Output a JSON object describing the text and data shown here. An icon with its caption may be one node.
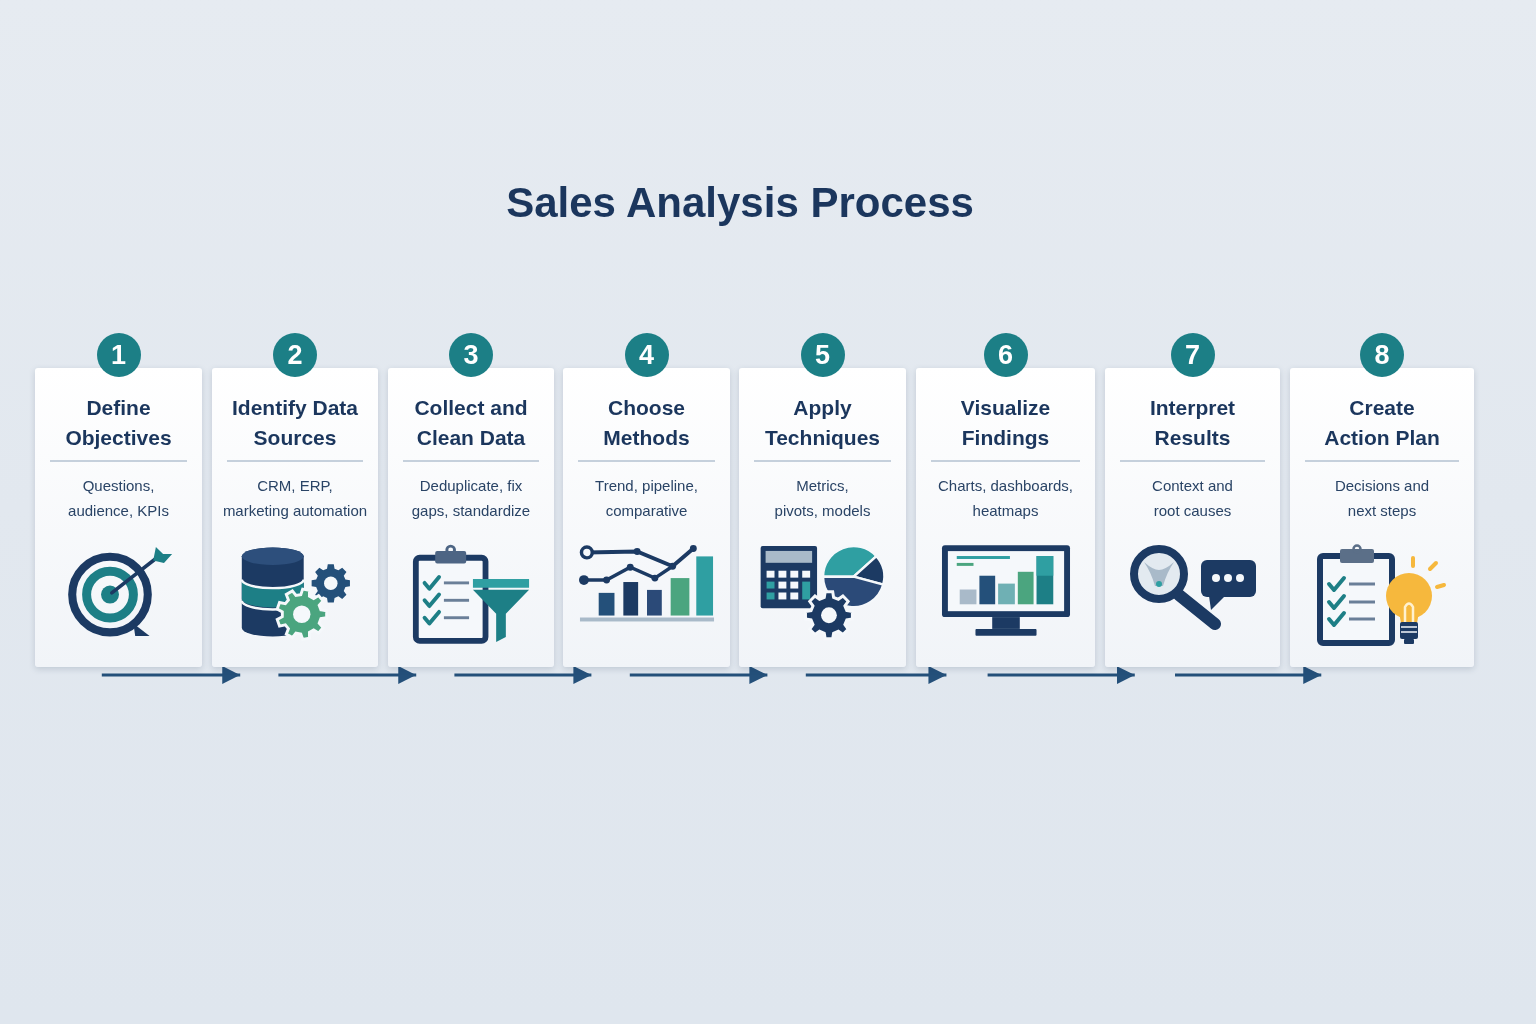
{
  "diagram": {
    "title": "Sales Analysis Process",
    "nodes": [
      {
        "text": [
          "1"
        ]
      },
      {
        "text": [
          "Define Objectives",
          "Questions, audience, KPIs"
        ]
      },
      {
        "text": [
          "2"
        ]
      },
      {
        "text": [
          "Identify Data Sources",
          "CRM, ERP, marketing automation"
        ]
      },
      {
        "text": [
          "3"
        ]
      },
      {
        "text": [
          "Collect and Clean Data",
          "Deduplicate, fix gaps, standardize"
        ]
      },
      {
        "text": [
          "4"
        ]
      },
      {
        "text": [
          "Choose Methods",
          "Trend, pipeline, comparative"
        ]
      },
      {
        "text": [
          "5"
        ]
      },
      {
        "text": [
          "Apply Techniques",
          "Metrics, pivots, models"
        ]
      },
      {
        "text": [
          "6"
        ]
      },
      {
        "text": [
          "Visualize Findings",
          "Charts, dashboards, heatmaps"
        ]
      },
      {
        "text": [
          "7"
        ]
      },
      {
        "text": [
          "Interpret Results",
          "Context and root causes"
        ]
      },
      {
        "text": [
          "8"
        ]
      },
      {
        "text": [
          "Create Action Plan",
          "Decisions and next steps"
        ]
      }
    ],
    "edges": [
      {
        "from": 1,
        "to": 3,
        "arrow": "to"
      },
      {
        "from": 3,
        "to": 5,
        "arrow": "to"
      },
      {
        "from": 5,
        "to": 7,
        "arrow": "to"
      },
      {
        "from": 7,
        "to": 9,
        "arrow": "to"
      },
      {
        "from": 9,
        "to": 11,
        "arrow": "to"
      },
      {
        "from": 11,
        "to": 13,
        "arrow": "to"
      },
      {
        "from": 13,
        "to": 15,
        "arrow": "to"
      }
    ]
  }
}
